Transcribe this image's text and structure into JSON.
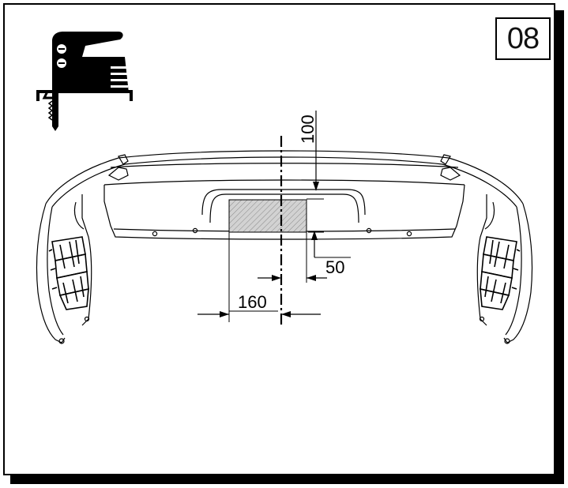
{
  "step": {
    "number": "08"
  },
  "tool": {
    "icon": "jigsaw-icon"
  },
  "dimensions": {
    "top_offset": "100",
    "height": "50",
    "half_width": "160"
  },
  "colors": {
    "line": "#000000",
    "cut_fill": "#cfcfcf"
  }
}
